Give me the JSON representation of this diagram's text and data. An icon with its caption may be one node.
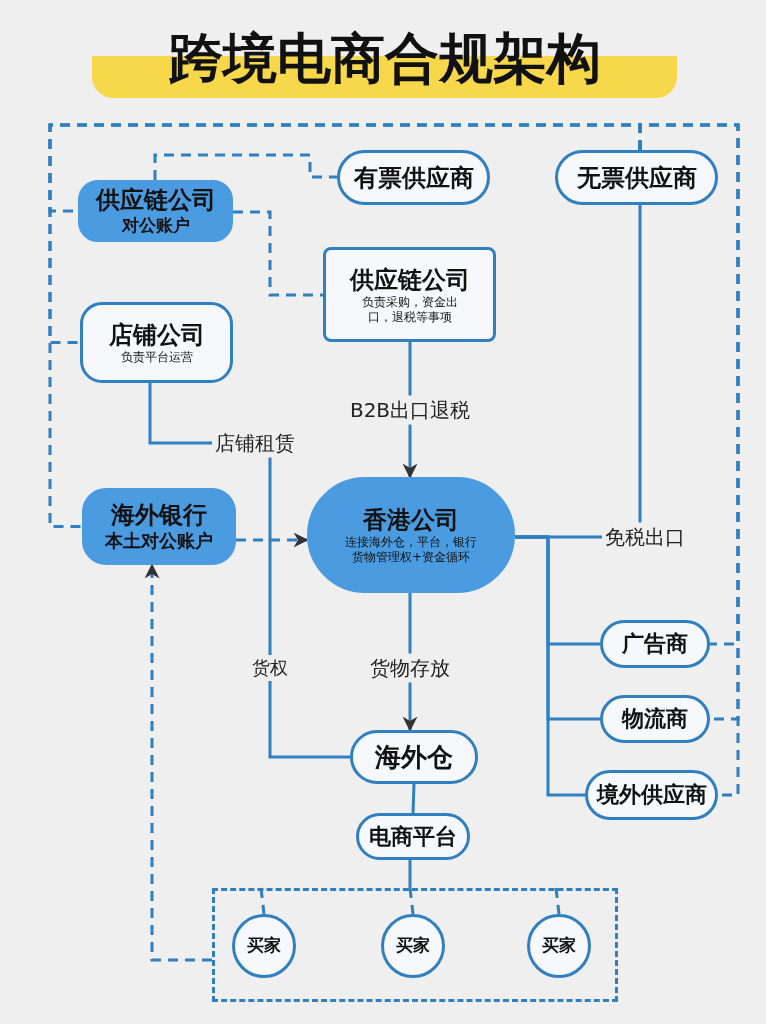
{
  "diagram": {
    "title": "跨境电商合规架构",
    "nodes": [
      {
        "text": [
          "供应链公司",
          "对公账户"
        ]
      },
      {
        "text": [
          "有票供应商"
        ]
      },
      {
        "text": [
          "无票供应商"
        ]
      },
      {
        "text": [
          "供应链公司",
          "负责采购，资金出口，退税等事项"
        ]
      },
      {
        "text": [
          "店铺公司",
          "负责平台运营"
        ]
      },
      {
        "text": [
          "海外银行",
          "本土对公账户"
        ]
      },
      {
        "text": [
          "香港公司",
          "连接海外仓，平台，银行",
          "货物管理权+资金循环"
        ]
      },
      {
        "text": [
          "广告商"
        ]
      },
      {
        "text": [
          "物流商"
        ]
      },
      {
        "text": [
          "境外供应商"
        ]
      },
      {
        "text": [
          "海外仓"
        ]
      },
      {
        "text": [
          "电商平台"
        ]
      },
      {
        "text": [],
        "shape": "box"
      },
      {
        "text": [
          "买家"
        ],
        "in": 12
      },
      {
        "text": [
          "买家"
        ],
        "in": 12
      },
      {
        "text": [
          "买家"
        ],
        "in": 12
      }
    ],
    "edges": [
      {
        "from": 0,
        "to": 1,
        "arrow": "none",
        "style": "dashed"
      },
      {
        "from": 0,
        "to": 3,
        "arrow": "none",
        "style": "dashed"
      },
      {
        "from": 2,
        "to": 0,
        "arrow": "none",
        "style": "dashed"
      },
      {
        "from": 2,
        "to": 4,
        "arrow": "none",
        "style": "dashed"
      },
      {
        "from": 2,
        "to": 5,
        "arrow": "none",
        "style": "dashed"
      },
      {
        "from": 2,
        "to": 7,
        "arrow": "none",
        "style": "dashed"
      },
      {
        "from": 2,
        "to": 8,
        "arrow": "none",
        "style": "dashed"
      },
      {
        "from": 2,
        "to": 9,
        "arrow": "none",
        "style": "dashed"
      },
      {
        "from": 3,
        "to": 6,
        "arrow": "to",
        "label": "B2B出口退税"
      },
      {
        "from": 4,
        "to": 10,
        "arrow": "none",
        "label": "店铺租赁"
      },
      {
        "from": 5,
        "to": 6,
        "arrow": "to",
        "style": "dashed"
      },
      {
        "from": 6,
        "to": 2,
        "arrow": "none",
        "label": "免税出口"
      },
      {
        "from": 6,
        "to": 7,
        "arrow": "none"
      },
      {
        "from": 6,
        "to": 8,
        "arrow": "none"
      },
      {
        "from": 6,
        "to": 9,
        "arrow": "none"
      },
      {
        "from": 6,
        "to": 10,
        "arrow": "to",
        "label": "货物存放"
      },
      {
        "from": 10,
        "to": 11,
        "arrow": "none"
      },
      {
        "from": 11,
        "to": 12,
        "arrow": "none"
      },
      {
        "from": 12,
        "to": 13,
        "arrow": "none",
        "style": "dashed"
      },
      {
        "from": 12,
        "to": 14,
        "arrow": "none",
        "style": "dashed"
      },
      {
        "from": 12,
        "to": 15,
        "arrow": "none",
        "style": "dashed"
      },
      {
        "from": 12,
        "to": 5,
        "arrow": "to",
        "style": "dashed"
      }
    ],
    "labels": [
      "货权"
    ]
  }
}
